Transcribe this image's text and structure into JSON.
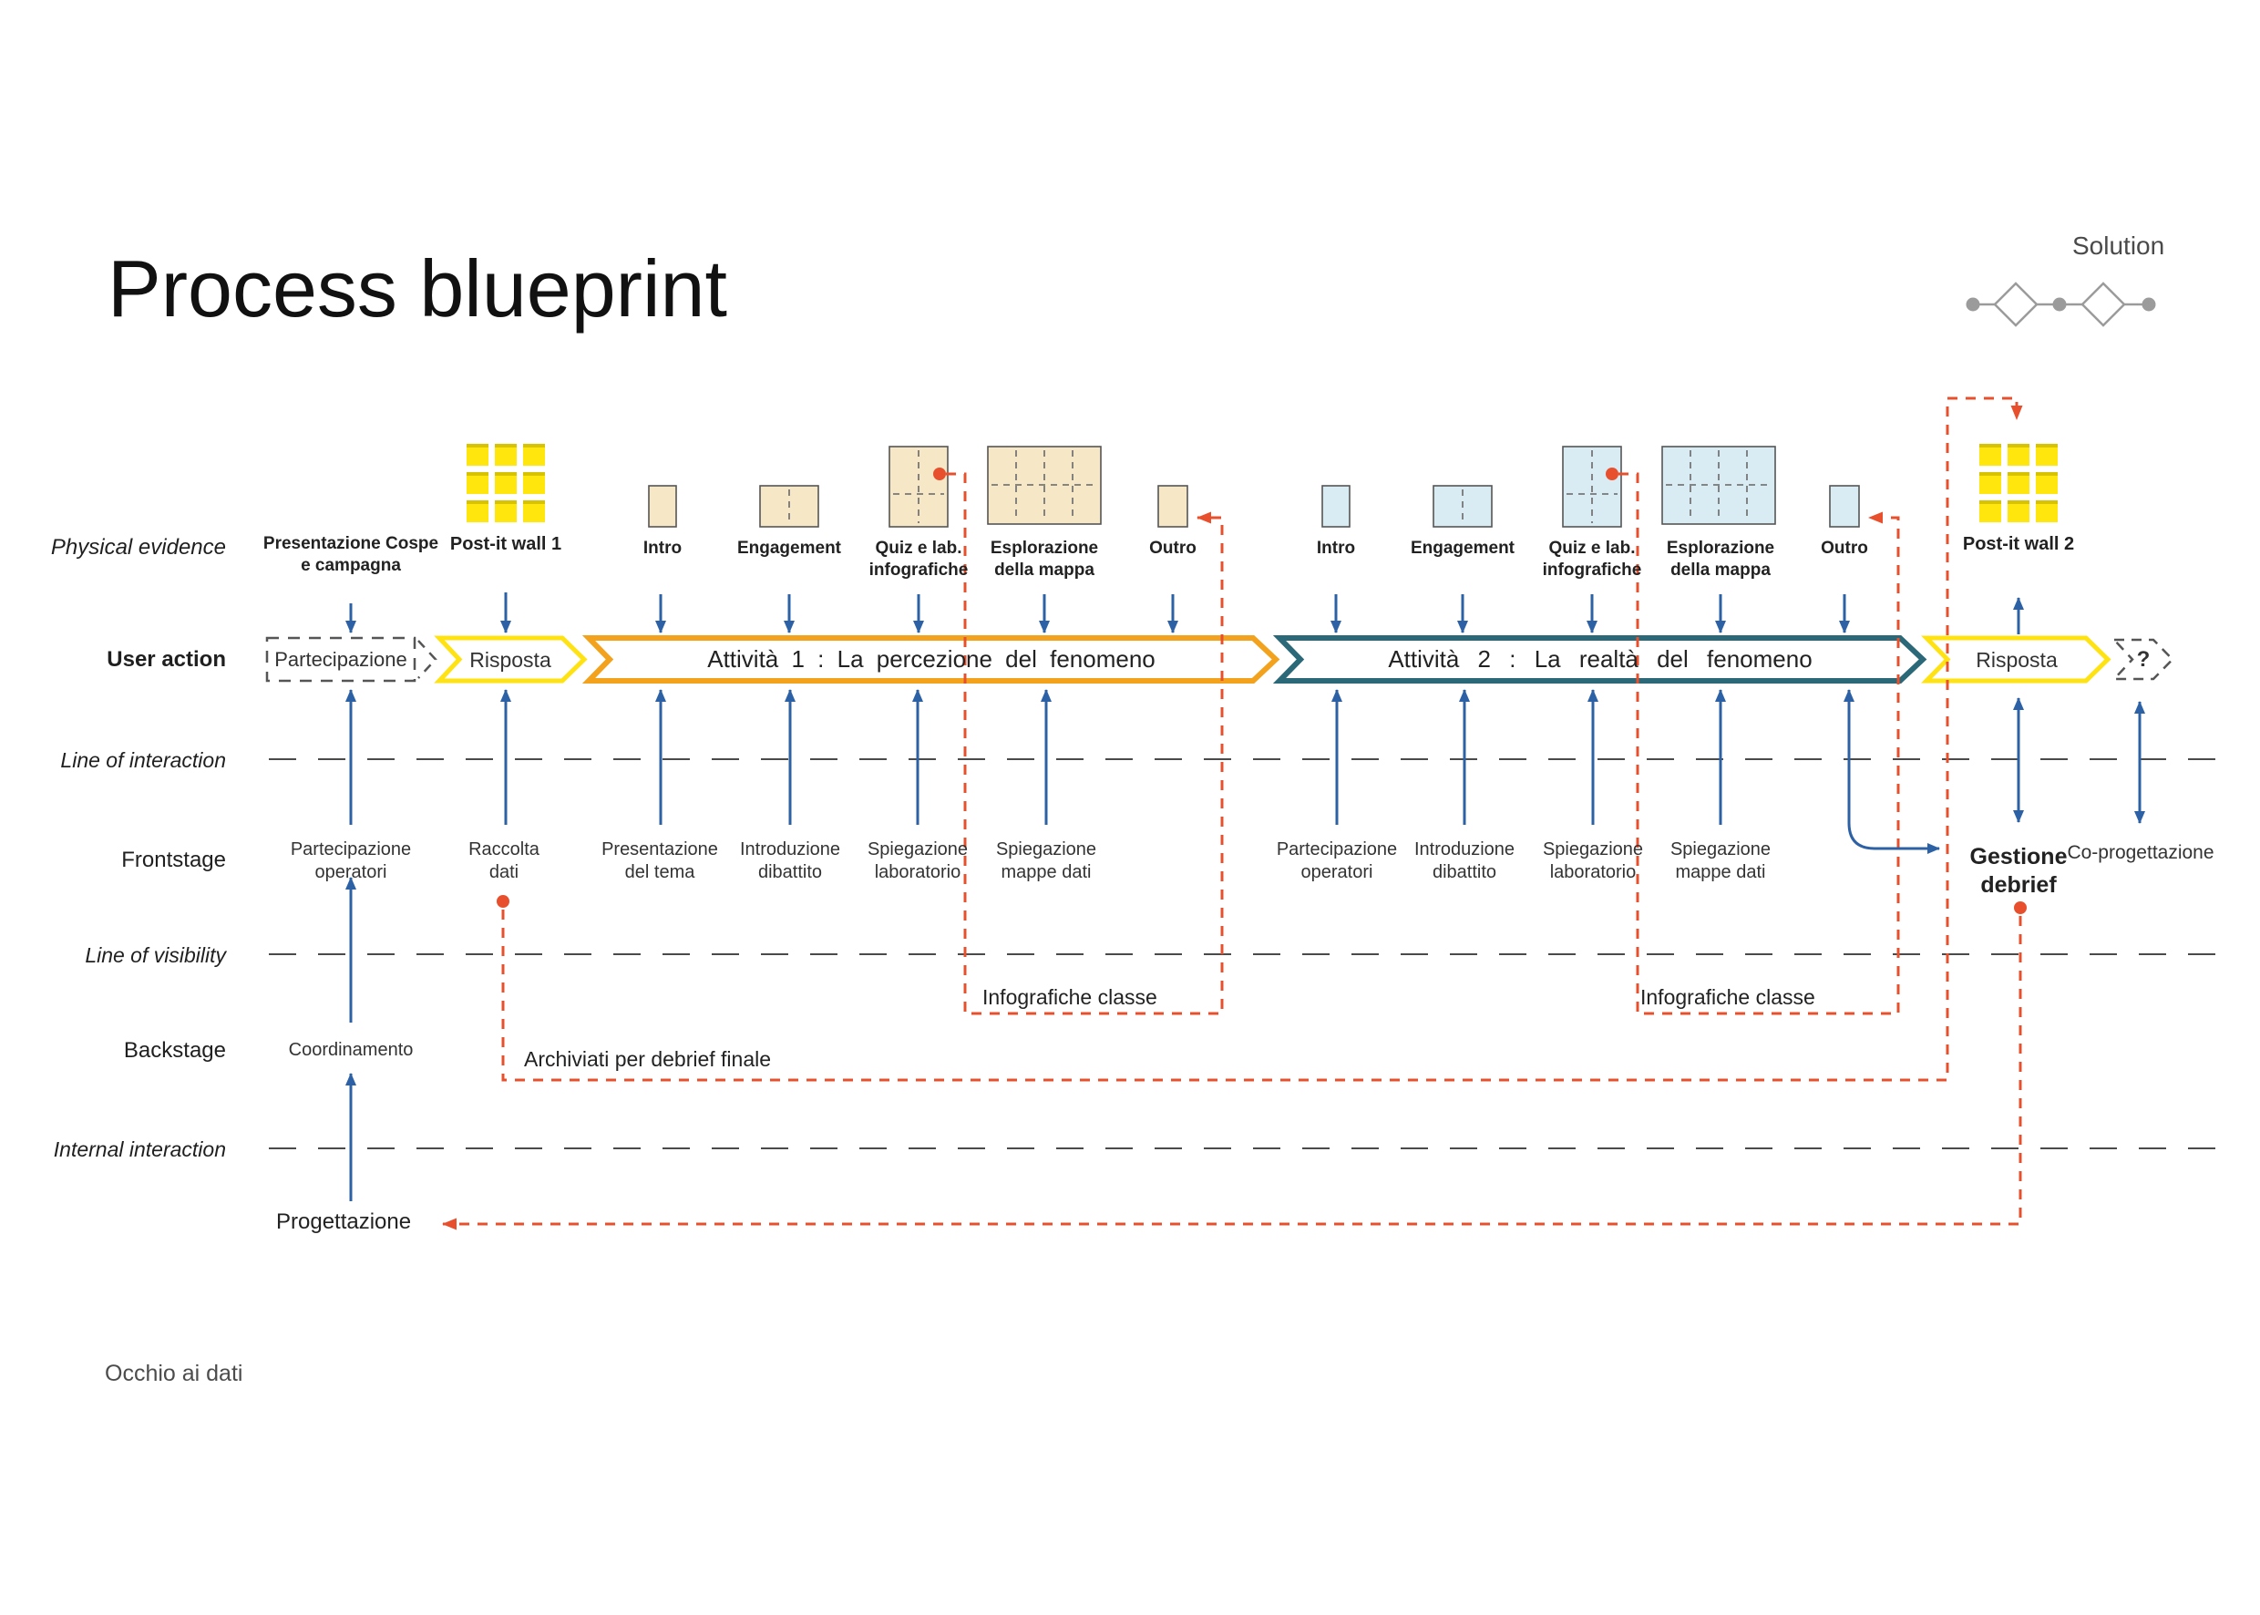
{
  "title": "Process blueprint",
  "solution": {
    "label": "Solution"
  },
  "lanes": {
    "physical_evidence": "Physical evidence",
    "user_action": "User action",
    "line_of_interaction": "Line of interaction",
    "frontstage": "Frontstage",
    "line_of_visibility": "Line of visibility",
    "backstage": "Backstage",
    "internal_interaction": "Internal interaction"
  },
  "physical_evidence": {
    "presentation": "Presentazione Cospe\ne campagna",
    "postit_wall_1": "Post-it wall 1",
    "postit_wall_2": "Post-it wall 2",
    "activity1_icons": [
      "Intro",
      "Engagement",
      "Quiz e lab.\ninfografiche",
      "Esplorazione\ndella mappa",
      "Outro"
    ],
    "activity2_icons": [
      "Intro",
      "Engagement",
      "Quiz e lab.\ninfografiche",
      "Esplorazione\ndella mappa",
      "Outro"
    ]
  },
  "user_action_steps": [
    {
      "label": "Partecipazione"
    },
    {
      "label": "Risposta"
    },
    {
      "label": "Attività 1 : La percezione del fenomeno"
    },
    {
      "label": "Attività 2 : La realtà del fenomeno"
    },
    {
      "label": "Risposta"
    },
    {
      "label": "?"
    }
  ],
  "frontstage_steps": [
    "Partecipazione\noperatori",
    "Raccolta\ndati",
    "Presentazione\ndel tema",
    "Introduzione\ndibattito",
    "Spiegazione\nlaboratorio",
    "Spiegazione\nmappe dati",
    "Partecipazione\noperatori",
    "Introduzione\ndibattito",
    "Spiegazione\nlaboratorio",
    "Spiegazione\nmappe dati"
  ],
  "frontstage_extra": {
    "gestione_debrief": "Gestione\ndebrief",
    "co_progettazione": "Co-progettazione"
  },
  "backstage": {
    "coordinamento": "Coordinamento",
    "archiviati": "Archiviati per debrief finale",
    "infografiche_1": "Infografiche classe",
    "infografiche_2": "Infografiche classe"
  },
  "internal": {
    "progettazione": "Progettazione"
  },
  "footer_note": "Occhio ai dati",
  "colors": {
    "arrow_blue": "#2D61A6",
    "flow_red": "#E8502D",
    "activity1_orange": "#F2A21C",
    "activity2_teal": "#2B6878",
    "risposta_yellow": "#FFE212",
    "postit_yellow": "#FFE70D",
    "evidence_beige": "#F6E8C6",
    "evidence_lightblue": "#D9EBF3",
    "lane_gray": "#4A4A4A",
    "solution_gray": "#9B9B9B"
  }
}
